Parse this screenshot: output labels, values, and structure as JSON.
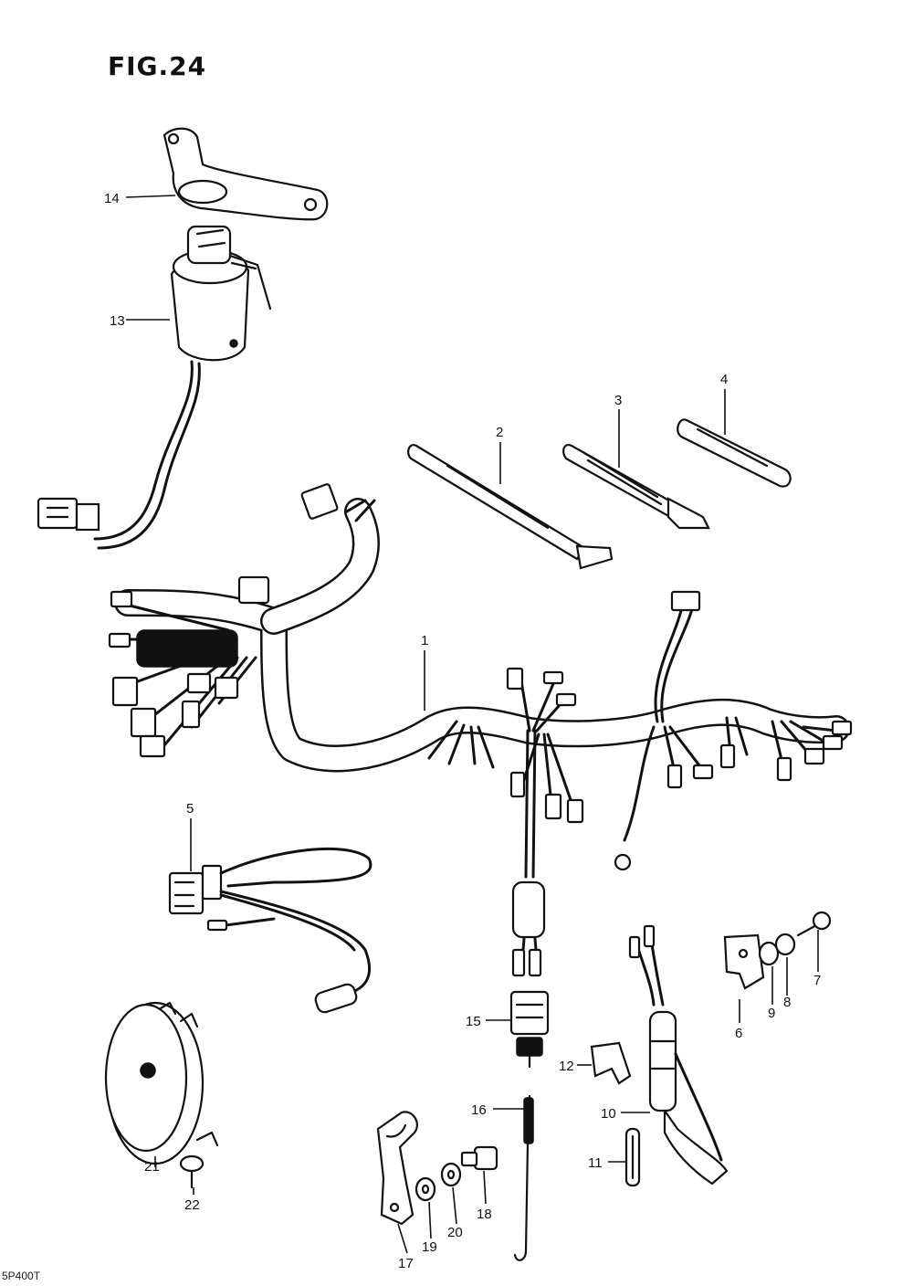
{
  "figure": {
    "title": "FIG.24",
    "footer": "5P400T"
  },
  "callouts": [
    {
      "id": "c1",
      "text": "1"
    },
    {
      "id": "c2",
      "text": "2"
    },
    {
      "id": "c3",
      "text": "3"
    },
    {
      "id": "c4",
      "text": "4"
    },
    {
      "id": "c5",
      "text": "5"
    },
    {
      "id": "c6",
      "text": "6"
    },
    {
      "id": "c7",
      "text": "7"
    },
    {
      "id": "c8",
      "text": "8"
    },
    {
      "id": "c9",
      "text": "9"
    },
    {
      "id": "c10",
      "text": "10"
    },
    {
      "id": "c11",
      "text": "11"
    },
    {
      "id": "c12",
      "text": "12"
    },
    {
      "id": "c13",
      "text": "13"
    },
    {
      "id": "c14",
      "text": "14"
    },
    {
      "id": "c15",
      "text": "15"
    },
    {
      "id": "c16",
      "text": "16"
    },
    {
      "id": "c17",
      "text": "17"
    },
    {
      "id": "c18",
      "text": "18"
    },
    {
      "id": "c19",
      "text": "19"
    },
    {
      "id": "c20",
      "text": "20"
    },
    {
      "id": "c21",
      "text": "21"
    },
    {
      "id": "c22",
      "text": "22"
    }
  ]
}
